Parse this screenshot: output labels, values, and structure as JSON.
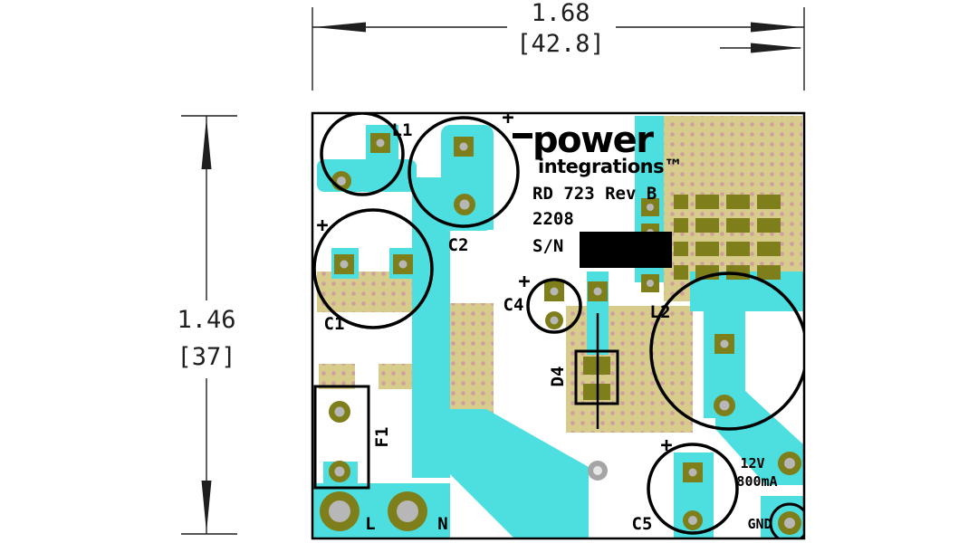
{
  "colors": {
    "copper": "#4ddfe0",
    "tan": "#d7cc8b",
    "dot": "#cf9e9e",
    "pad": "#7e7e1a",
    "padcenter": "#b7b7b7",
    "padgrey": "#a5a5a5",
    "padgreycenter": "#e6e6e6",
    "ink": "#000000"
  },
  "dimensions": {
    "width_in": "1.68",
    "width_mm": "[42.8]",
    "height_in": "1.46",
    "height_mm": "[37]"
  },
  "board": {
    "logo_line1": "power",
    "logo_line2": "integrations™",
    "title": "RD 723 Rev B",
    "date_code": "2208",
    "serial_label": "S/N",
    "polarity_mark": "+",
    "components": {
      "l1": "L1",
      "c1": "C1",
      "c2": "C2",
      "c4": "C4",
      "c5": "C5",
      "l2": "L2",
      "d4": "D4",
      "f1": "F1"
    },
    "terminals": {
      "line": "L",
      "neutral": "N",
      "ground": "GND"
    },
    "output": {
      "voltage": "12V",
      "current": "800mA"
    }
  }
}
